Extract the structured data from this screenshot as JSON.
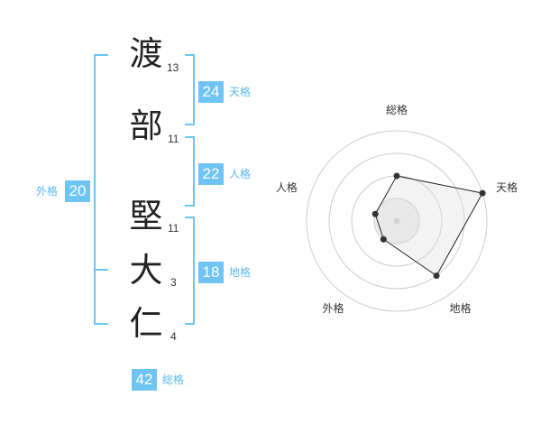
{
  "name": {
    "characters": [
      {
        "char": "渡",
        "strokes": "13"
      },
      {
        "char": "部",
        "strokes": "11"
      },
      {
        "char": "堅",
        "strokes": "11"
      },
      {
        "char": "大",
        "strokes": "3"
      },
      {
        "char": "仁",
        "strokes": "4"
      }
    ]
  },
  "kaku": {
    "tenkaku": {
      "value": "24",
      "label": "天格"
    },
    "jinkaku": {
      "value": "22",
      "label": "人格"
    },
    "chikaku": {
      "value": "18",
      "label": "地格"
    },
    "gaikaku": {
      "value": "20",
      "label": "外格"
    },
    "soukaku": {
      "value": "42",
      "label": "総格"
    }
  },
  "colors": {
    "accent": "#6ec4f2",
    "bracket": "#6ec4f2",
    "radar_fill": "#eeeeee",
    "radar_stroke": "#222222",
    "grid": "#cccccc"
  },
  "chart_data": {
    "type": "radar",
    "axes": [
      "総格",
      "天格",
      "地格",
      "外格",
      "人格"
    ],
    "values": [
      0.5,
      1.0,
      0.75,
      0.25,
      0.25
    ],
    "rlim": [
      0,
      1
    ],
    "rings": 4
  }
}
